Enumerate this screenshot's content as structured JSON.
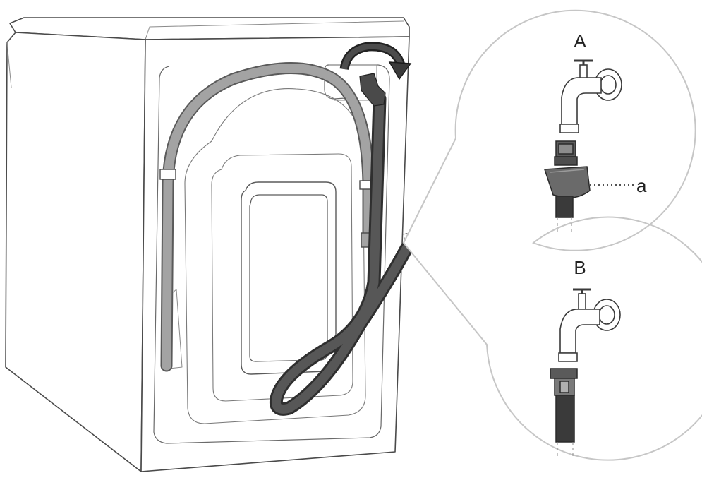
{
  "labels": {
    "variant_a": "A",
    "variant_b": "B",
    "part_a": "a"
  },
  "colors": {
    "line": "#3a3a3a",
    "outline_light": "#b8b8b8",
    "hose_dark": "#4a4a4a",
    "hose_light": "#9a9a9a",
    "callout": "#c6c6c6"
  }
}
